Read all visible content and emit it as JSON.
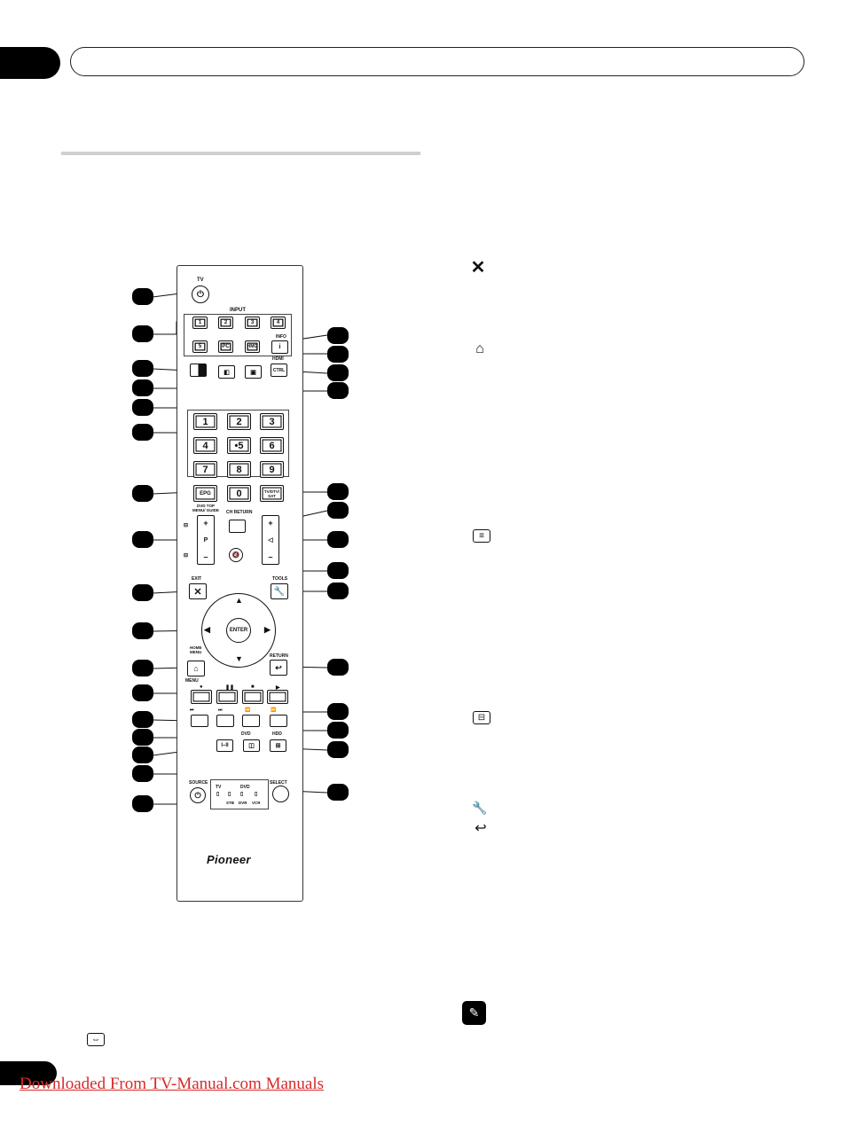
{
  "header": {
    "chapter_tab": "",
    "chapter_title": ""
  },
  "remote": {
    "tv_label": "TV",
    "input_label": "INPUT",
    "input_buttons": [
      "1",
      "2",
      "3",
      "4",
      "5"
    ],
    "pc_label": "PC",
    "hmg_label": "HMG",
    "info_label": "INFO",
    "hdmi_label": "HDMI",
    "ctrl_label": "CTRL",
    "numbers": [
      "1",
      "2",
      "3",
      "4",
      "•5",
      "6",
      "7",
      "8",
      "9",
      "0"
    ],
    "epg_label": "EPG",
    "tvdtv_label": "TV/DTV/ SAT",
    "dvd_top_menu_label": "DVD TOP MENU/ GUIDE",
    "ch_return_label": "CH RETURN",
    "p_label": "P",
    "plus": "+",
    "minus": "–",
    "exit_label": "EXIT",
    "tools_label": "TOOLS",
    "enter_label": "ENTER",
    "home_menu_label": "HOME MENU",
    "return_label": "RETURN",
    "menu_label": "MENU",
    "dvd_label": "DVD",
    "hdd_label": "HDD",
    "i_ii_label": "I–II",
    "source_label": "SOURCE",
    "select_label": "SELECT",
    "mode_labels": [
      "TV",
      "DVD",
      "STB",
      "DVR",
      "VCR"
    ],
    "brand": "Pioneer"
  },
  "icons": {
    "exit": "close-icon",
    "home": "home-icon",
    "teletext": "teletext-icon",
    "subpage": "subpage-icon",
    "tools": "wrench-icon",
    "return": "return-arrow-icon",
    "note": "pencil-note-icon",
    "screen_size": "screen-size-icon"
  },
  "page_number": "",
  "footer_link": "Downloaded From TV-Manual.com Manuals"
}
